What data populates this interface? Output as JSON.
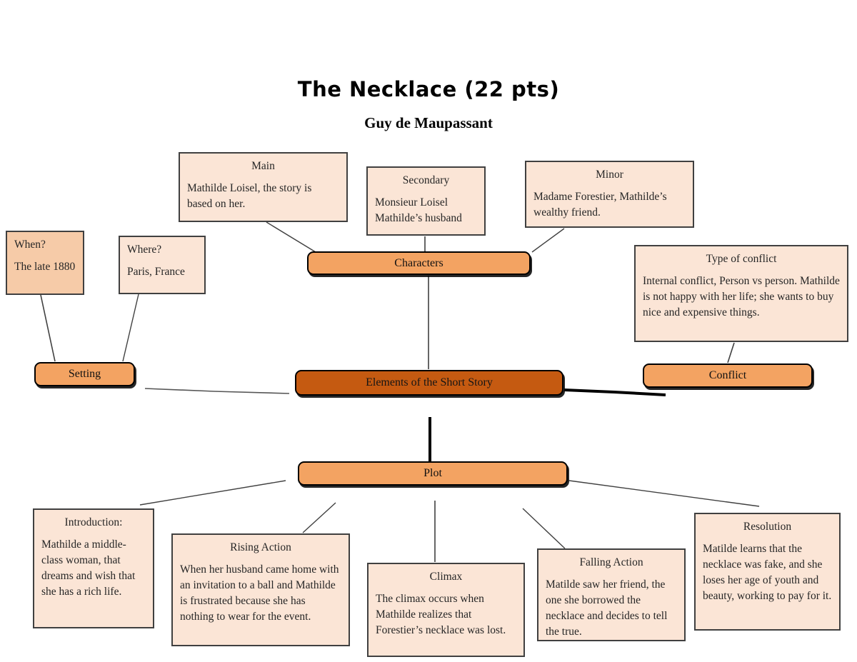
{
  "header": {
    "title": "The Necklace (22 pts)",
    "subtitle": "Guy de Maupassant"
  },
  "nodes": {
    "characters": "Characters",
    "setting": "Setting",
    "elements": "Elements of the Short Story",
    "conflict": "Conflict",
    "plot": "Plot"
  },
  "boxes": {
    "main": {
      "title": "Main",
      "body": "Mathilde Loisel, the story is based on her."
    },
    "secondary": {
      "title": "Secondary",
      "body": "Monsieur Loisel Mathilde’s husband"
    },
    "minor": {
      "title": "Minor",
      "body": "Madame Forestier, Mathilde’s wealthy friend."
    },
    "when": {
      "title": "When?",
      "body": "The late 1880"
    },
    "where": {
      "title": "Where?",
      "body": "Paris, France"
    },
    "type_of_conflict": {
      "title": "Type of conflict",
      "body": "Internal conflict, Person vs person. Mathilde is not happy with her life; she wants to buy nice and expensive things."
    },
    "introduction": {
      "title": "Introduction:",
      "body": "Mathilde a middle-class woman, that dreams and wish that she has a rich life."
    },
    "rising_action": {
      "title": "Rising Action",
      "body": "When her husband came home with an invitation to a ball and Mathilde is frustrated because she has nothing to wear for the event."
    },
    "climax": {
      "title": "Climax",
      "body": "The climax occurs when Mathilde realizes that Forestier’s necklace was lost."
    },
    "falling_action": {
      "title": "Falling Action",
      "body": "Matilde saw her friend, the one she borrowed the necklace and decides to tell the true."
    },
    "resolution": {
      "title": "Resolution",
      "body": "Matilde learns that the necklace was fake, and she loses her age of youth and beauty, working to pay for it."
    }
  },
  "colors": {
    "box_fill": "#fbe5d6",
    "box_fill_darker": "#f6cba8",
    "node_fill": "#f3a362",
    "node_fill_dark": "#c55a11",
    "box_border": "#404040",
    "node_border": "#000000"
  }
}
